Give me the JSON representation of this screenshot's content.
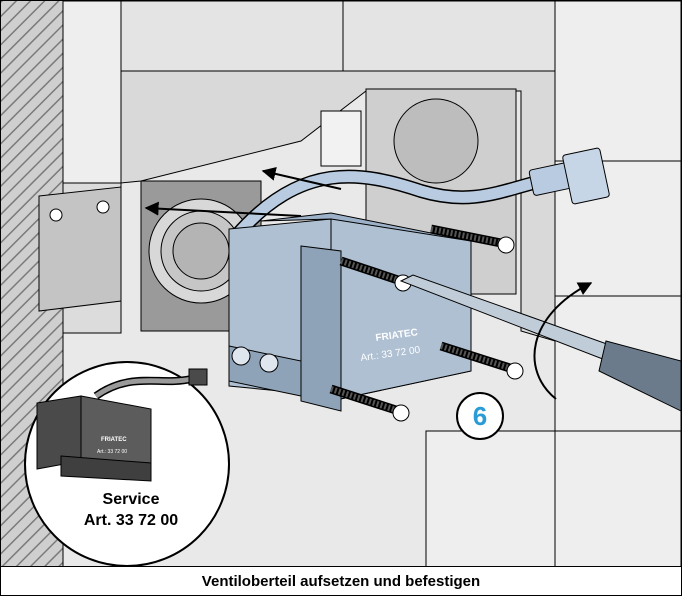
{
  "caption": "Ventiloberteil aufsetzen und befestigen",
  "step_number": "6",
  "inset": {
    "line1": "Service",
    "line2": "Art. 33 72 00",
    "part_brand": "FRIATEC",
    "part_art": "Art.: 33 72 00"
  },
  "part": {
    "brand": "FRIATEC",
    "art": "Art.: 33 72 00"
  },
  "colors": {
    "valve_body": "#aec0d2",
    "valve_shadow": "#8ea3b8",
    "tile": "#e6e6e6",
    "tile_shadow": "#c9c9c9",
    "recess": "#a9a9a9",
    "hatch": "#8a8a8a",
    "screwdriver": "#c0ccd8",
    "handle": "#6b7b8c",
    "step_text": "#2a9bd6",
    "inset_part": "#4a4a4a"
  },
  "icons": [
    "arrow-icon",
    "rotate-arrow-icon",
    "screw-icon",
    "screwdriver-icon",
    "cable-plug-icon"
  ]
}
